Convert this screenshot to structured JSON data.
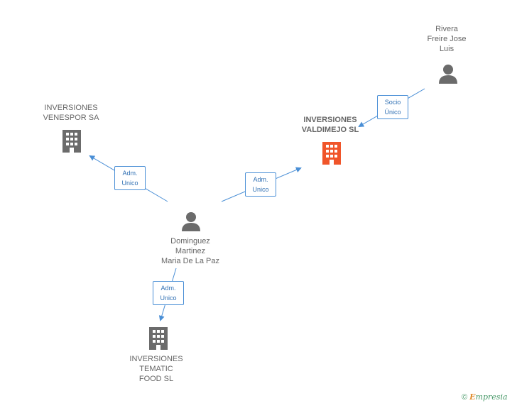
{
  "nodes": {
    "venespor": {
      "lines": [
        "INVERSIONES",
        "VENESPOR SA"
      ]
    },
    "valdimejo": {
      "lines": [
        "INVERSIONES",
        "VALDIMEJO SL"
      ]
    },
    "rivera": {
      "lines": [
        "Rivera",
        "Freire Jose",
        "Luis"
      ]
    },
    "dominguez": {
      "lines": [
        "Dominguez",
        "Martinez",
        "Maria De La Paz"
      ]
    },
    "tematic": {
      "lines": [
        "INVERSIONES",
        "TEMATIC",
        "FOOD  SL"
      ]
    }
  },
  "roles": {
    "venespor": [
      "Adm.",
      "Unico"
    ],
    "valdimejo": [
      "Adm.",
      "Unico"
    ],
    "rivera": [
      "Socio",
      "Único"
    ],
    "tematic": [
      "Adm.",
      "Unico"
    ]
  },
  "colors": {
    "company": "#6b6b6b",
    "company_main": "#f0552a",
    "person": "#6b6b6b",
    "edge": "#4a8fd6"
  },
  "footer": {
    "copyright": "©",
    "brand_initial": "E",
    "brand_rest": "mpresia"
  }
}
